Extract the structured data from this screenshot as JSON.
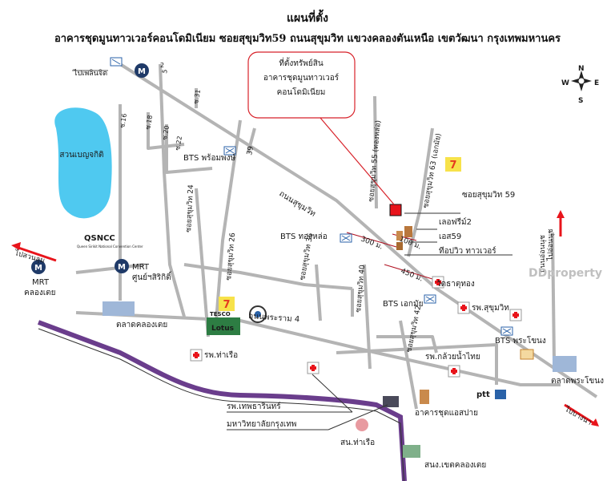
{
  "header": {
    "title": "แผนที่ตั้ง",
    "subtitle": "อาคารชุดมูนทาวเวอร์คอนโดมิเนียม ซอยสุขุมวิท59 ถนนสุขุมวิท แขวงคลองตันเหนือ เขตวัฒนา กรุงเทพมหานคร"
  },
  "callout": {
    "line1": "ที่ตั้งทรัพย์สิน",
    "line2": "อาคารชุดมูนทาวเวอร์",
    "line3": "คอนโดมิเนียม"
  },
  "compass": {
    "n": "N",
    "s": "S",
    "e": "E",
    "w": "W"
  },
  "park": {
    "label": "สวนเบญจกิติ"
  },
  "roads": {
    "sukhumvit": "ถนนสุขุมวิท",
    "rama4": "ถนนพระราม 4",
    "soi55": "ซอยสุขุมวิท 55 (ทองหล่อ)",
    "soi63": "ซอยสุขุมวิท 63 (เอกมัย)",
    "soi24": "ซอยสุขุมวิท 24",
    "soi26": "ซอยสุขุมวิท 26",
    "soi36": "ซอยสุขุมวิท 36",
    "soi40": "ซอยสุขุมวิท 40",
    "soi42": "ซอยสุขุมวิท 42",
    "soi39": "39",
    "s16": "ซ.16",
    "s18": "ซ.18",
    "s20": "ซ.20",
    "s22": "ซ.22",
    "s31": "ซ.31",
    "n2": "2",
    "n5": "5",
    "onnut": "ถนนอ่อนนุช",
    "to_onnut": "ไปอ่อนนุช",
    "to_bangna": "ไปบางนา",
    "to_phloenchit": "ไปเพลินจิต",
    "to_suanluang": "ไปสวนลุม"
  },
  "distances": {
    "d300": "300 ม.",
    "d100": "100 ม.",
    "d450": "450 ม."
  },
  "labels": {
    "soi59": "ซอยสุขุมวิท 59",
    "leaf2": "เลอฟรีม์2",
    "es59": "เอส59",
    "tpw": "ทีอปวิว ทาวเวอร์",
    "watthatthong": "วัดธาตุทอง",
    "bts_ekkamai": "BTS เอกมัย",
    "bts_thonglo": "BTS ทองหล่อ",
    "bts_phromphong": "BTS พร้อมพงษ์",
    "bts_phrakhanong": "BTS พระโขนง",
    "mrt_sirikit": "MRT",
    "mrt_sirikit2": "ศูนย์ฯสิริกิติ์",
    "mrt_khlongtoei": "MRT",
    "mrt_khlongtoei2": "คลองเตย",
    "qsncc": "QSNCC",
    "qsncc_sub": "Queen Sirikit National Convention Center",
    "market_khlongtoei": "ตลาดคลองเตย",
    "market_phrakhanong": "ตลาดพระโขนง",
    "hosp_sukhumvit": "รพ.สุขุมวิท",
    "hosp_tharua": "รพ.ท่าเรือ",
    "hosp_kluaynamthai": "รพ.กล้วยน้ำไทย",
    "hosp_thepdharin": "รพ.เทพธารินทร์",
    "bkk_univ": "มหาวิทยาลัยกรุงเทพ",
    "condo_ssp": "อาคารชุดแอสปาย",
    "port": "สน.ท่าเรือ",
    "school": "สนง.เขตคลองเตย",
    "tesco": "TESCO",
    "lotus": "Lotus",
    "ptt": "ptt",
    "watermark": "DDproperty"
  },
  "colors": {
    "road": "#b4b4b4",
    "rail": "#6a3d8c",
    "park": "#4fc9f0",
    "pin": "#e8141b",
    "callout_border": "#d8222a",
    "bts_icon": "#2a62a8",
    "seven": "#e53a20"
  }
}
